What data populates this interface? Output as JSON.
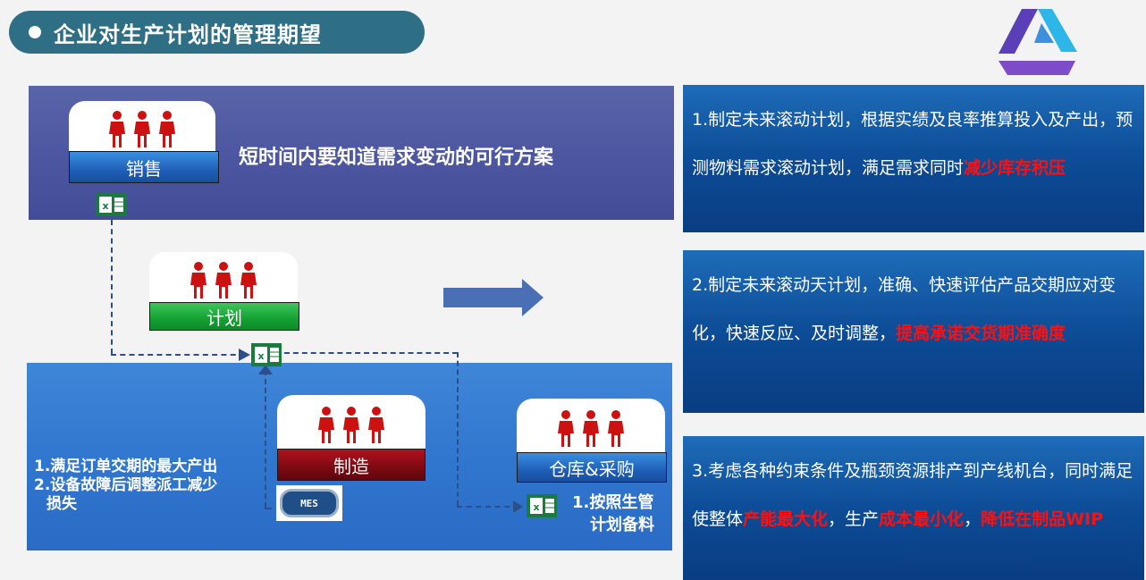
{
  "header": {
    "title": "企业对生产计划的管理期望"
  },
  "logo": {
    "icon": "recycle-triangle-icon",
    "colors": [
      "#5a3fb8",
      "#2fb6e8",
      "#7d4cc9"
    ]
  },
  "top_panel": {
    "statement": "短时间内要知道需求变动的可行方案"
  },
  "roles": {
    "sales": {
      "label": "销售"
    },
    "planning": {
      "label": "计划"
    },
    "manufacturing": {
      "label": "制造"
    },
    "warehouse": {
      "label": "仓库&采购"
    }
  },
  "bottom_panel": {
    "line1": "1.满足订单交期的最大产出",
    "line2": "2.设备故障后调整派工减少",
    "line3": "损失",
    "mes_label": "MES",
    "procure_line1": "1.按照生管",
    "procure_line2": "计划备料"
  },
  "right_boxes": [
    {
      "text_a": "1.制定未来滚动计划，根据实绩及良率推算投入及产出，预测物料需求滚动计划，满足需求同时",
      "hl_a": "减少库存积压",
      "text_b": "",
      "hl_b": "",
      "text_c": "",
      "hl_c": ""
    },
    {
      "text_a": "2.制定未来滚动天计划，准确、快速评估产品交期应对变化，快速反应、及时调整，",
      "hl_a": "提高承诺交货期准确度",
      "text_b": "",
      "hl_b": "",
      "text_c": "",
      "hl_c": ""
    },
    {
      "text_a": "3.考虑各种约束条件及瓶颈资源排产到产线机台，同时满足使整体",
      "hl_a": "产能最大化",
      "text_b": "，生产",
      "hl_b": "成本最小化",
      "text_c": "，",
      "hl_c": "降低在制品WIP"
    }
  ],
  "colors": {
    "title_bg": "#2f6f86",
    "highlight": "#ff1010",
    "person": "#cc1111"
  }
}
